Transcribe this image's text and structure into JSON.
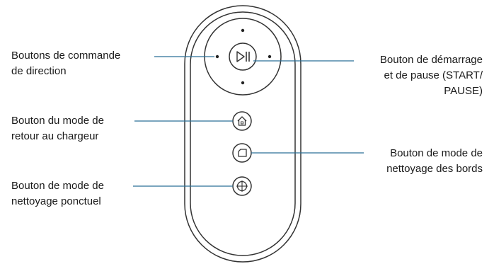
{
  "labels": {
    "direction": [
      "Boutons de commande",
      "de direction"
    ],
    "start_pause": [
      "Bouton de démarrage",
      "et de pause (START/",
      "PAUSE)"
    ],
    "home": [
      "Bouton du mode de",
      "retour au chargeur"
    ],
    "edge": [
      "Bouton de mode de",
      "nettoyage des bords"
    ],
    "spot": [
      "Bouton de mode de",
      "nettoyage ponctuel"
    ]
  },
  "icons": {
    "play_pause": "play-pause-icon",
    "home": "home-icon",
    "edge": "edge-cleaning-icon",
    "spot": "spot-cleaning-icon"
  },
  "colors": {
    "leader_line": "#2b6f96",
    "outline": "#333333"
  }
}
